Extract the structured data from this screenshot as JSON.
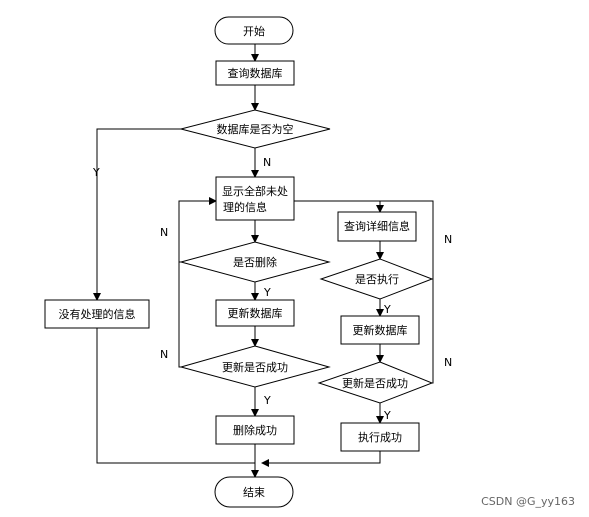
{
  "nodes": {
    "start": "开始",
    "query_db": "查询数据库",
    "db_empty": "数据库是否为空",
    "show_line1": "显示全部未处",
    "show_line2": "理的信息",
    "no_pending": "没有处理的信息",
    "is_delete": "是否删除",
    "update_db_left": "更新数据库",
    "update_ok_left": "更新是否成功",
    "delete_ok": "删除成功",
    "query_detail": "查询详细信息",
    "is_execute": "是否执行",
    "update_db_right": "更新数据库",
    "update_ok_right": "更新是否成功",
    "execute_ok": "执行成功",
    "end": "结束"
  },
  "labels": {
    "y": "Y",
    "n": "N"
  },
  "watermark": "CSDN @G_yy163"
}
